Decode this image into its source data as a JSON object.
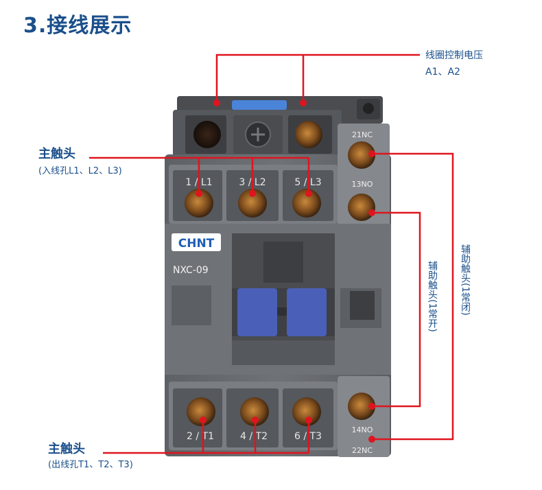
{
  "title": "3.接线展示",
  "callouts": {
    "coil": {
      "line1": "线圈控制电压",
      "line2": "A1、A2"
    },
    "main_in": {
      "title": "主触头",
      "sub": "(入线孔L1、L2、L3)"
    },
    "main_out": {
      "title": "主触头",
      "sub": "(出线孔T1、T2、T3)"
    },
    "aux_no": {
      "label": "辅助触头(1常开)"
    },
    "aux_nc": {
      "label": "辅助触头(1常闭)"
    }
  },
  "device": {
    "brand": "CHNT",
    "model": "NXC-09",
    "top_labels": [
      "1 / L1",
      "3 / L2",
      "5 / L3"
    ],
    "bottom_labels": [
      "2 / T1",
      "4 / T2",
      "6 / T3"
    ],
    "aux_top_labels": [
      "21NC",
      "13NO"
    ],
    "aux_bottom_labels": [
      "14NO",
      "22NC"
    ]
  },
  "colors": {
    "accent_red": "#e0141e",
    "label_blue": "#1a4f8b",
    "body_gray": "#6b6e72",
    "dark_gray": "#3c3e42",
    "button_blue": "#4a5fb8",
    "brand_blue": "#1f5fb5"
  }
}
